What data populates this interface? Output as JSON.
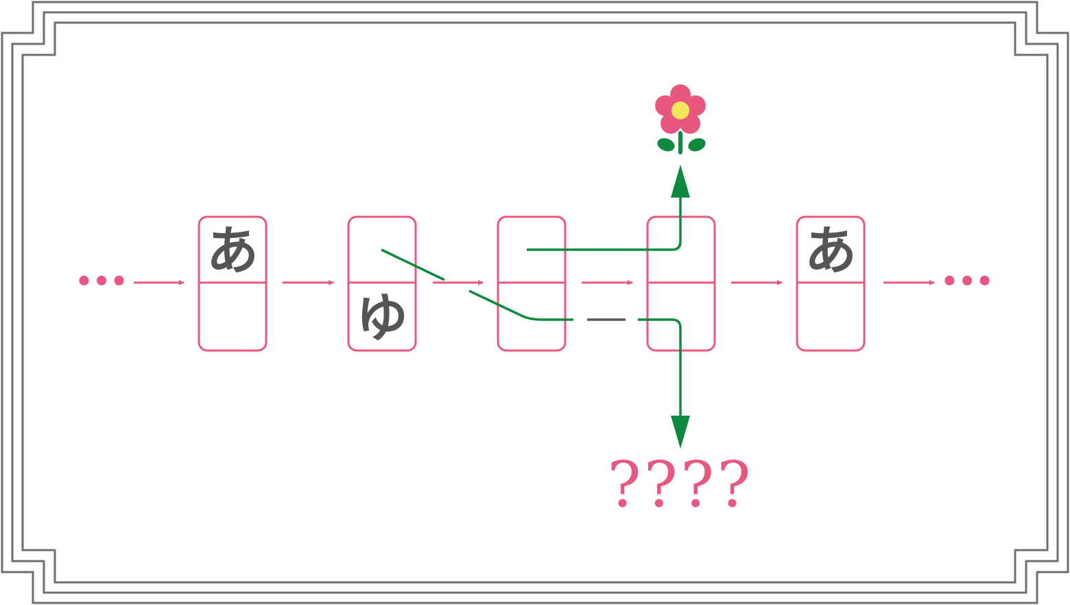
{
  "colors": {
    "pink": "#E8587E",
    "green": "#0E8A3E",
    "gray_text": "#555555",
    "frame": "#6E6E6E",
    "flower_center": "#F2E85A",
    "flower_leaf": "#0E8A3E"
  },
  "sequence": {
    "leading_dots": "•••",
    "trailing_dots": "•••",
    "cards": [
      {
        "top": "あ",
        "bottom": ""
      },
      {
        "top": "",
        "bottom": "ゆ"
      },
      {
        "top": "",
        "bottom": ""
      },
      {
        "top": "",
        "bottom": ""
      },
      {
        "top": "あ",
        "bottom": ""
      }
    ]
  },
  "outcomes": {
    "upper_icon": "flower-icon",
    "lower_label": "????"
  }
}
